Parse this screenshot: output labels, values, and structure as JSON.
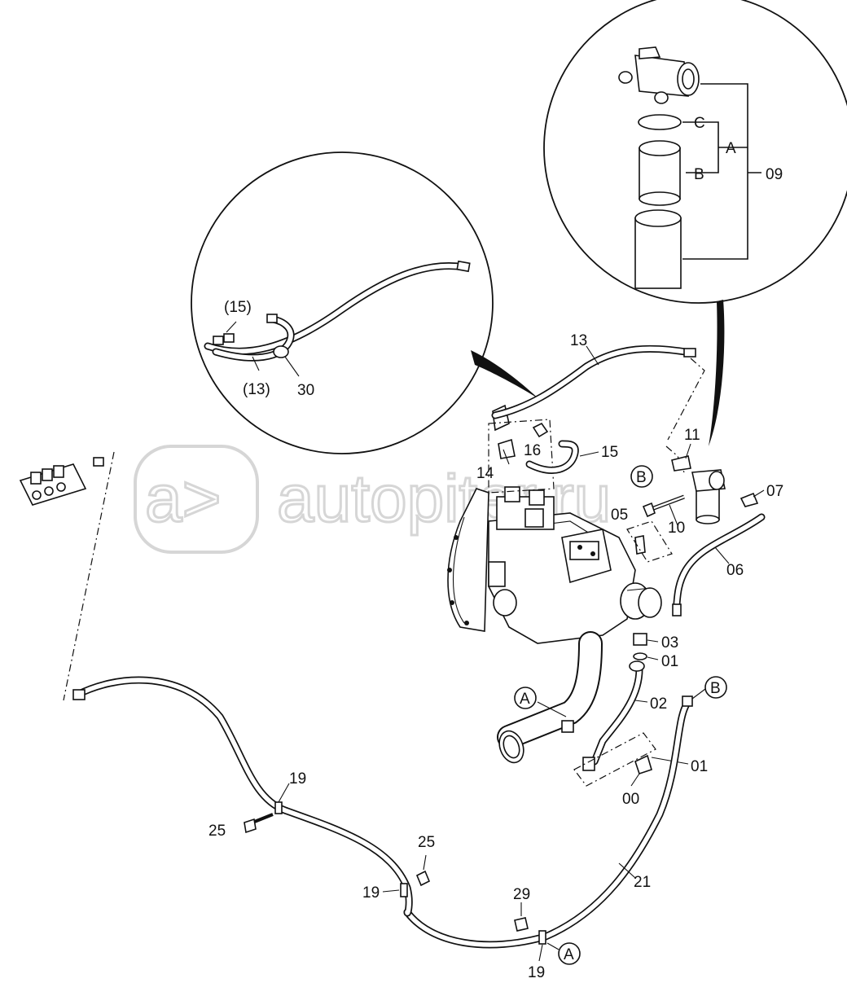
{
  "watermark": "autopiter.ru",
  "detail_circle_left": {
    "labels": {
      "p15": "(15)",
      "p13": "(13)",
      "p30": "30"
    }
  },
  "detail_circle_right": {
    "labels": {
      "c": "C",
      "a": "A",
      "b": "B",
      "p09": "09"
    }
  },
  "part_labels": {
    "p13": "13",
    "p11": "11",
    "p16": "16",
    "p15": "15",
    "p14": "14",
    "p07": "07",
    "p05": "05",
    "p10": "10",
    "p06": "06",
    "p03": "03",
    "p01a": "01",
    "p02": "02",
    "p01b": "01",
    "p00": "00",
    "p19a": "19",
    "p25a": "25",
    "p25b": "25",
    "p19b": "19",
    "p29": "29",
    "p21": "21",
    "p19c": "19"
  },
  "callouts": {
    "b_upper": "B",
    "a_mid": "A",
    "b_right": "B",
    "a_bottom": "A"
  }
}
